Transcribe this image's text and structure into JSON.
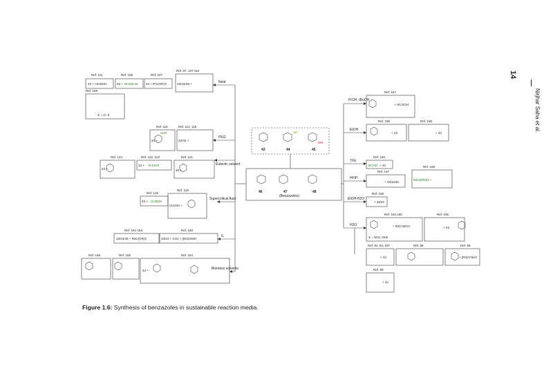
{
  "page": {
    "number": "14",
    "author": "Nirjhar Saha et al."
  },
  "caption": {
    "label": "Figure 1.6:",
    "text": " Synthesis of benzazoles in sustainable reaction media."
  },
  "center": {
    "label": "(Benzazoles)",
    "nums": [
      "46",
      "47",
      "48"
    ]
  },
  "amines": {
    "nums": [
      "43",
      "44",
      "45"
    ],
    "sh": "SH",
    "oh": "OH"
  },
  "media_left": [
    "Neat",
    "PEG",
    "Eutectic solvent",
    "Supercritical fluid",
    "IL",
    "Biomass solvents"
  ],
  "media_right": [
    "PrOH, tBuOH",
    "EtOH",
    "TFE",
    "HFIP",
    "EtOH-H2O",
    "H2O"
  ],
  "refs": {
    "r111": "Ref. 111",
    "r106": "Ref. 106",
    "r107": "Ref. 107",
    "r87": "Ref. 87, 107-110",
    "r108": "Ref. 108",
    "r115": "Ref. 115",
    "r114": "Ref. 114, 116",
    "r124": "Ref. 124",
    "r122": "Ref. 122, 123",
    "r121": "Ref. 121",
    "r125a": "Ref. 125",
    "r125b": "Ref. 125",
    "r151": "Ref. 151-153",
    "r150": "Ref. 150",
    "r156": "Ref. 156",
    "r155": "Ref. 155",
    "r154": "Ref. 154",
    "r157": "Ref. 157",
    "r158a": "Ref. 158",
    "r158b": "Ref. 158",
    "r166": "Ref. 166",
    "r167": "Ref. 167",
    "r168": "Ref. 168",
    "r169": "Ref. 169",
    "r194": "Ref. 194,195",
    "r196": "Ref. 196",
    "r82": "Ref. 82, 84, 197",
    "r96": "Ref. 96",
    "r98": "Ref. 98",
    "r99": "Ref. 99"
  },
  "boxes": {
    "b111": "43 + HCOOH",
    "b106a": "43 +",
    "b106b": "NH4SCN",
    "b107": "43 + R'C(OR')3",
    "b87": "43/44/45 +",
    "b108": "X = O, S",
    "b115": "43 +",
    "b115cho": "CHO",
    "b114": "43/44 +",
    "b122a": "43 +",
    "b122b": "R-CHO",
    "b124": "43 +",
    "b121": "45 +",
    "b125a": "43 +",
    "b125b": "CH3OH",
    "b125c": "CH2OH +",
    "b151": "43/44/45 + R3C(OR)3",
    "b150": "43/44 + CO2 + (EtO)3SiH",
    "b154": "43 +",
    "b157": "+ HCOOH",
    "b158a": "+ 44",
    "b158b": "+ 43",
    "b166a": "RCHO",
    "b166b": "+ 43",
    "b167": "+ 43/44/45",
    "b168": "R2C(OR3)3 +",
    "b169": "+ 43/44",
    "b194a": "+ R2CH2OH",
    "b194b": "X = NO2, NH2",
    "b196": "+ K2",
    "b82": "+ 44",
    "b98": "+ (R3)Ar'NH2",
    "b99": "+ 44"
  }
}
